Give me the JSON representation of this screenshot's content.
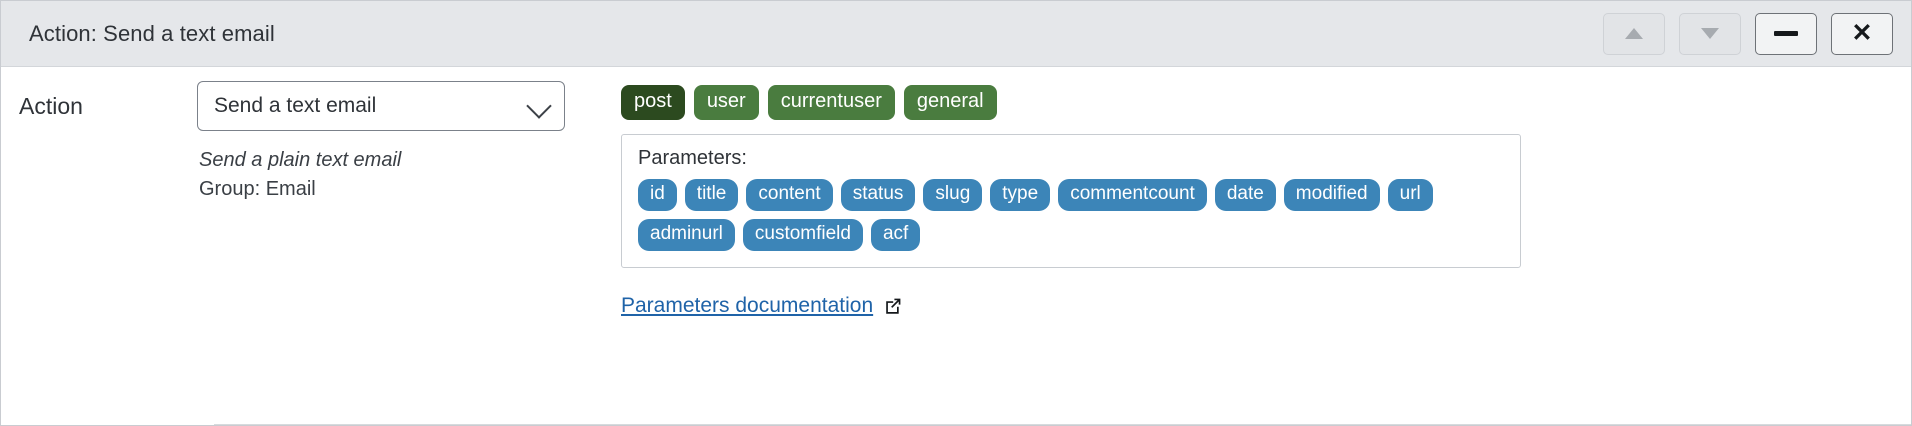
{
  "window": {
    "title": "Action: Send a text email",
    "controls": [
      {
        "name": "move-up-button",
        "glyph": "▲",
        "enabled": false
      },
      {
        "name": "move-down-button",
        "glyph": "▼",
        "enabled": false
      },
      {
        "name": "minimize-button",
        "glyph": "—",
        "enabled": true
      },
      {
        "name": "close-button",
        "glyph": "✕",
        "enabled": true
      }
    ]
  },
  "form": {
    "label": "Action",
    "select": {
      "value": "Send a text email",
      "chevron": "chevron-down-icon"
    },
    "description": "Send a plain text email",
    "group": "Group: Email"
  },
  "tags": [
    {
      "label": "post",
      "active": true
    },
    {
      "label": "user",
      "active": false
    },
    {
      "label": "currentuser",
      "active": false
    },
    {
      "label": "general",
      "active": false
    }
  ],
  "parameters": {
    "title": "Parameters:",
    "items": [
      "id",
      "title",
      "content",
      "status",
      "slug",
      "type",
      "commentcount",
      "date",
      "modified",
      "url",
      "adminurl",
      "customfield",
      "acf"
    ]
  },
  "documentation": {
    "link_text": "Parameters documentation",
    "icon": "external-link-icon"
  },
  "colors": {
    "titlebar_bg": "#e5e7ea",
    "tag_green": "#4a7c3f",
    "tag_green_active": "#2c4a1f",
    "pill_blue": "#3c85b8",
    "link_blue": "#1f63a8"
  }
}
